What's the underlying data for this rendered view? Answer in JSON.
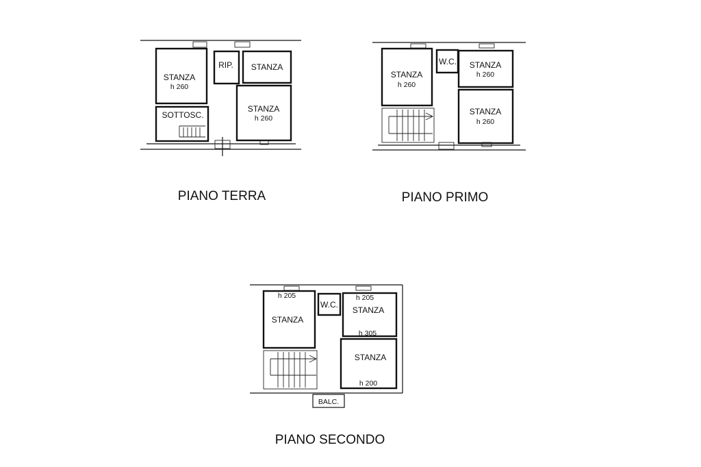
{
  "floors": {
    "ground": {
      "title": "PIANO TERRA",
      "room_a": "STANZA",
      "room_a_h": "h 260",
      "rip": "RIP.",
      "room_b": "STANZA",
      "room_c": "STANZA",
      "room_c_h": "h 260",
      "sottosc": "SOTTOSC."
    },
    "first": {
      "title": "PIANO PRIMO",
      "room_a": "STANZA",
      "room_a_h": "h 260",
      "wc": "W.C.",
      "room_b": "STANZA",
      "room_b_h": "h 260",
      "room_c": "STANZA",
      "room_c_h": "h 260"
    },
    "second": {
      "title": "PIANO SECONDO",
      "room_a_h": "h 205",
      "room_a": "STANZA",
      "wc": "W.C.",
      "room_b_h": "h 205",
      "room_b": "STANZA",
      "room_b_h2": "h 305",
      "room_c": "STANZA",
      "room_c_h": "h 200",
      "balc": "BALC."
    }
  }
}
